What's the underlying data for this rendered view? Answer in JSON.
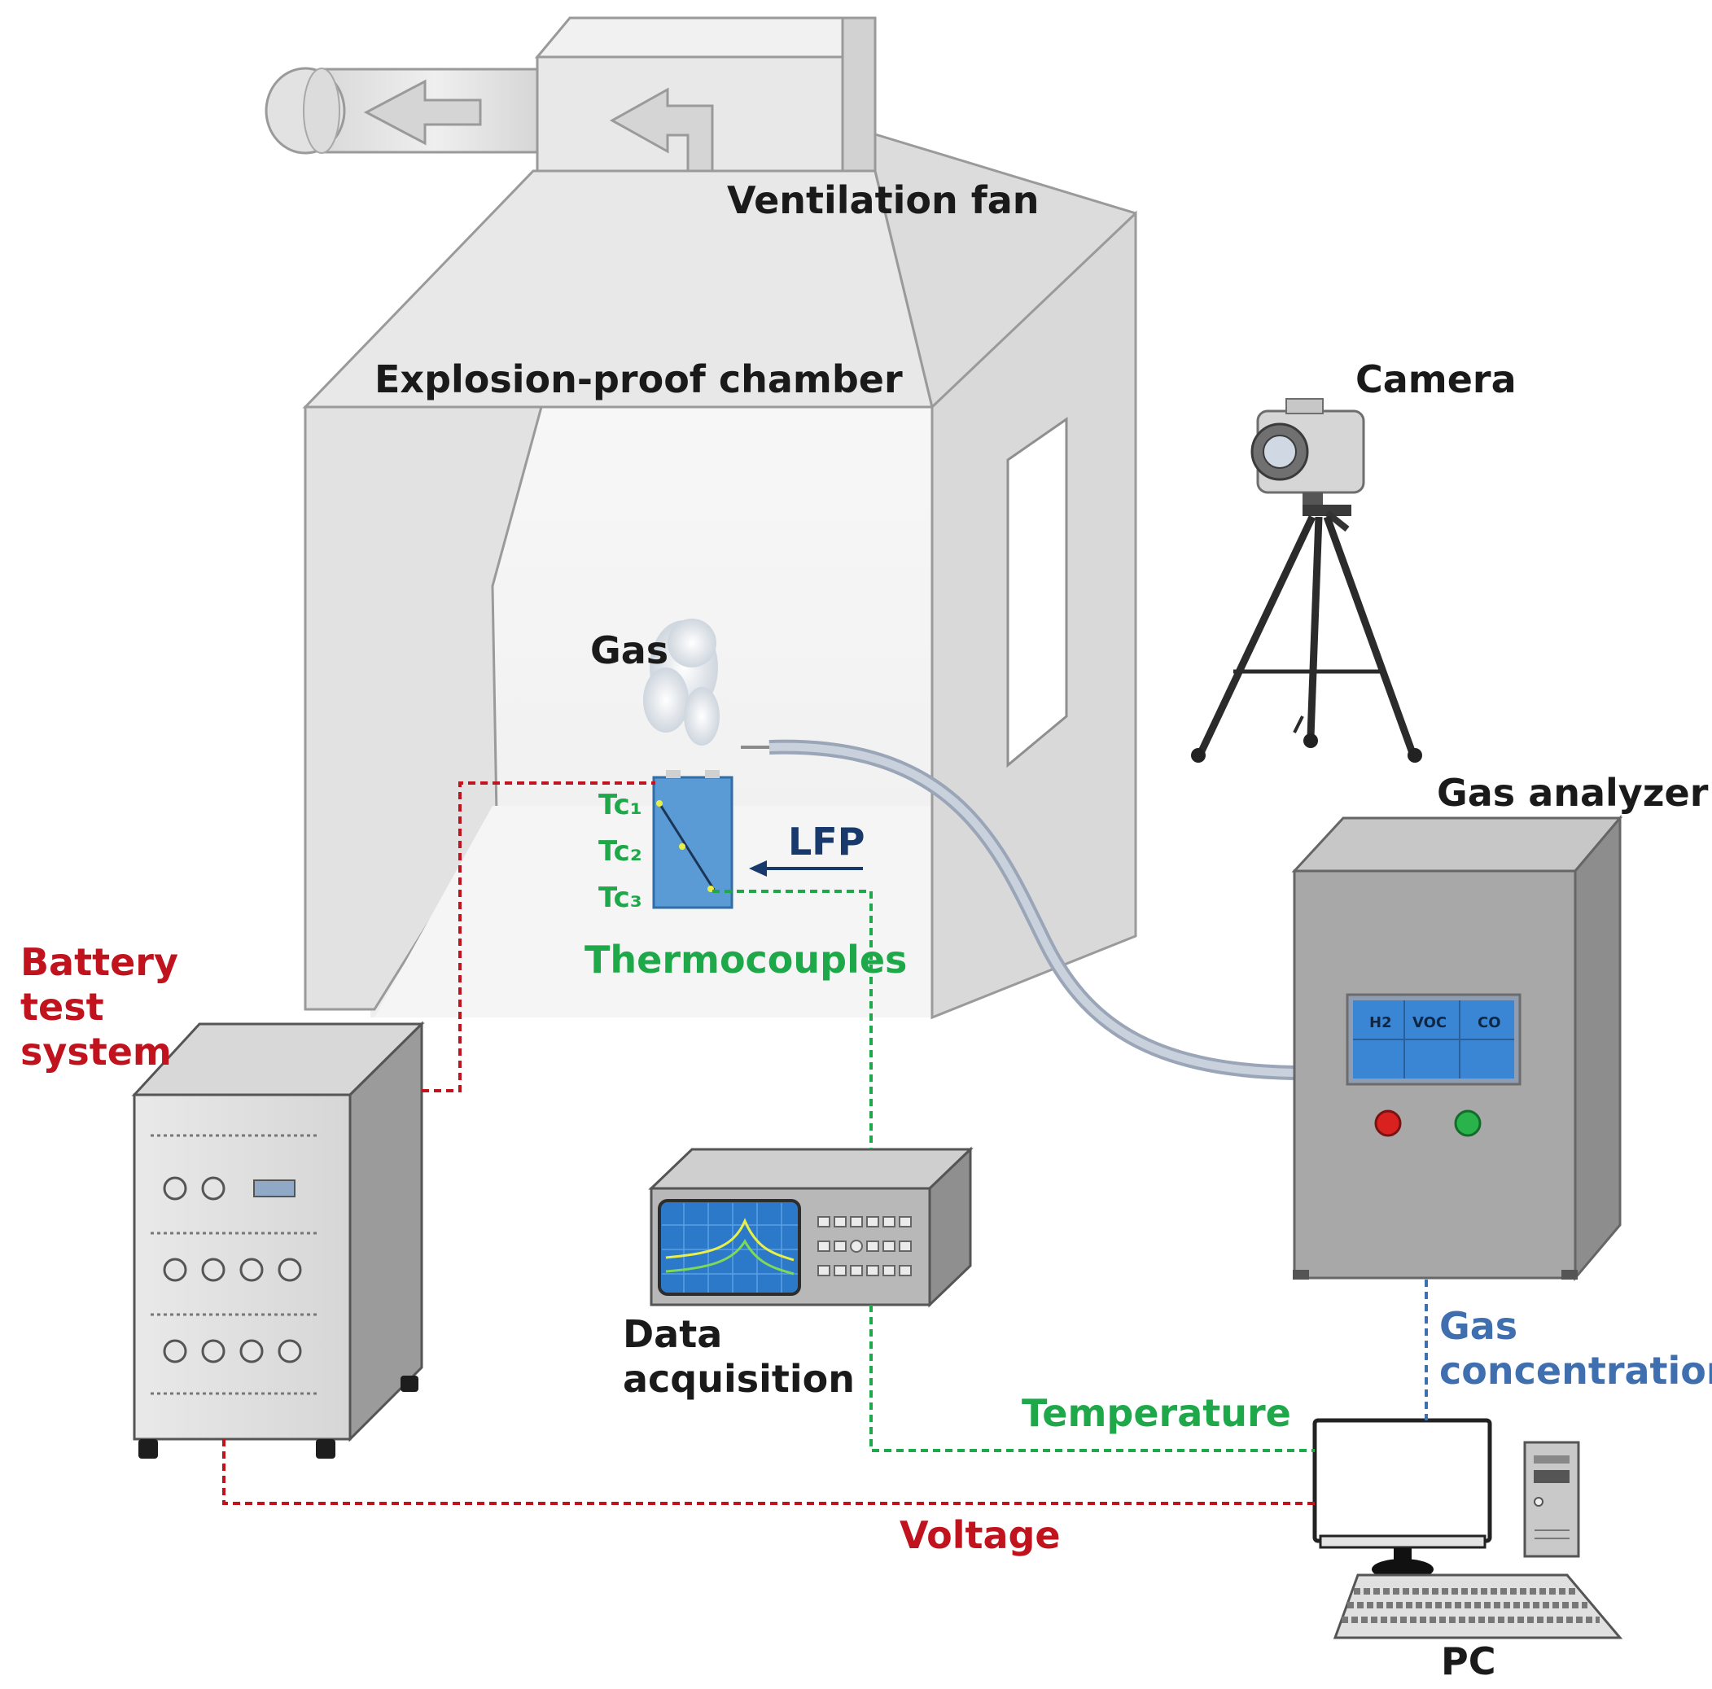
{
  "labels": {
    "ventilation_fan": "Ventilation fan",
    "chamber": "Explosion-proof chamber",
    "camera": "Camera",
    "gas": "Gas",
    "gas_analyzer": "Gas analyzer",
    "tc1": "Tc₁",
    "tc2": "Tc₂",
    "tc3": "Tc₃",
    "lfp": "LFP",
    "thermocouples": "Thermocouples",
    "battery_test_line1": "Battery",
    "battery_test_line2": "test",
    "battery_test_line3": "system",
    "analyzer_h2": "H2",
    "analyzer_voc": "VOC",
    "analyzer_co": "CO",
    "data_acq_line1": "Data",
    "data_acq_line2": "acquisition",
    "gas_conc_line1": "Gas",
    "gas_conc_line2": "concentration",
    "temperature": "Temperature",
    "voltage": "Voltage",
    "pc": "PC"
  },
  "colors": {
    "voltage": "#c0131e",
    "temperature": "#1fa84a",
    "gas_concentration": "#3f6fae",
    "lfp": "#17396b",
    "battery": "#5b9bd5",
    "screen": "#3a86d4"
  }
}
